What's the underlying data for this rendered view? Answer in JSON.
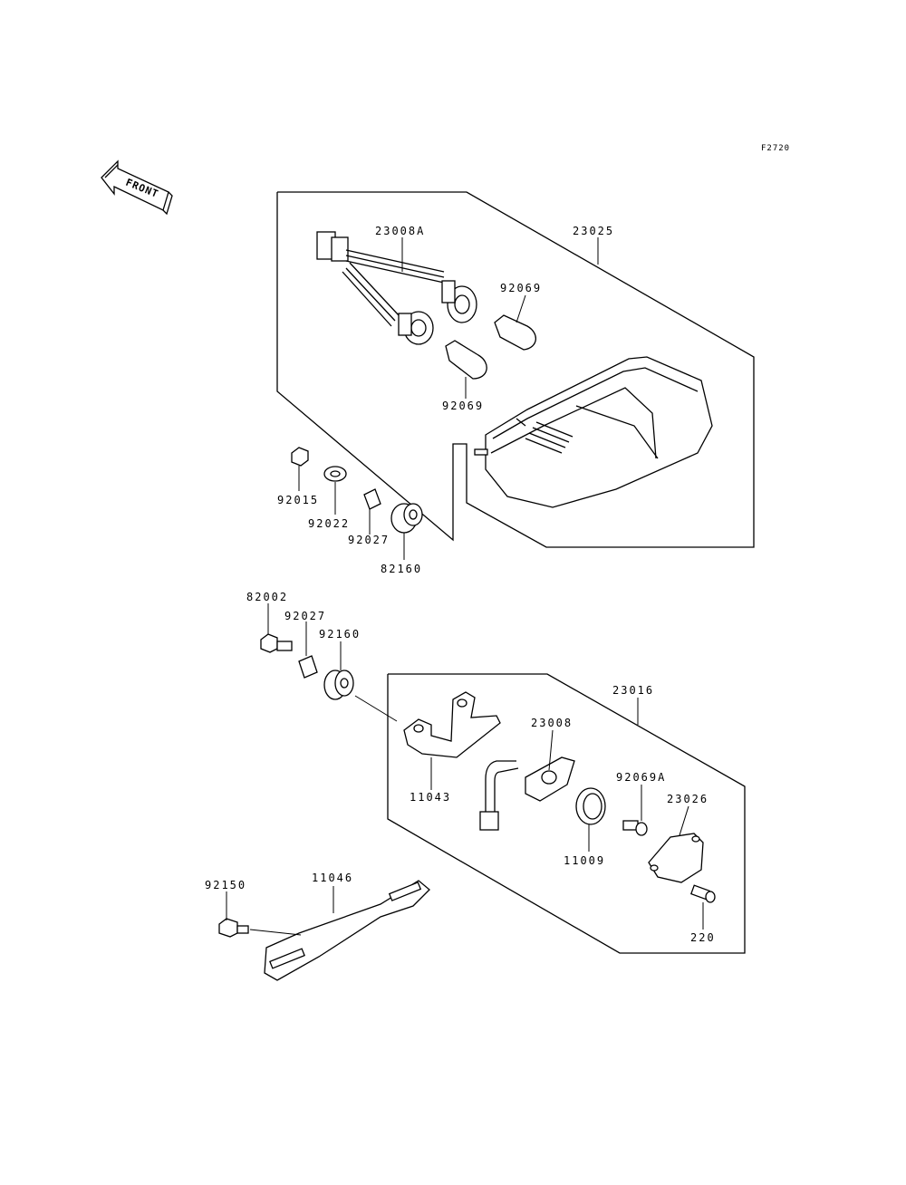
{
  "figure_code": "F2720",
  "front_label": "FRONT",
  "labels": {
    "p23008A": "23008A",
    "p23025": "23025",
    "p92069_top": "92069",
    "p92069_bottom": "92069",
    "p92015": "92015",
    "p92022": "92022",
    "p92027_a": "92027",
    "p82160": "82160",
    "p82002": "82002",
    "p92027_b": "92027",
    "p92160": "92160",
    "p23016": "23016",
    "p23008": "23008",
    "p11043": "11043",
    "p92069A": "92069A",
    "p23026": "23026",
    "p11009": "11009",
    "p92150": "92150",
    "p11046": "11046",
    "p220": "220"
  }
}
